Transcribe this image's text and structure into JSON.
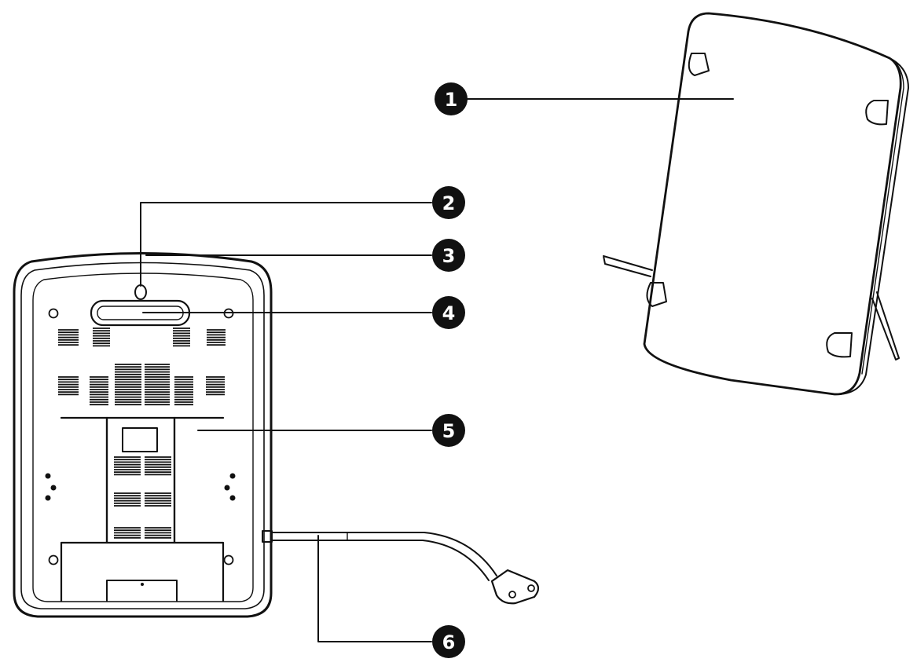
{
  "diagram": {
    "views": [
      "rear-view",
      "side-view"
    ],
    "callouts": [
      {
        "id": "c1",
        "label": "1",
        "part": "back-panel"
      },
      {
        "id": "c2",
        "label": "2",
        "part": "mounting-hole"
      },
      {
        "id": "c3",
        "label": "3",
        "part": "top-edge"
      },
      {
        "id": "c4",
        "label": "4",
        "part": "handle-slot"
      },
      {
        "id": "c5",
        "label": "5",
        "part": "stand"
      },
      {
        "id": "c6",
        "label": "6",
        "part": "power-cable"
      }
    ],
    "colors": {
      "line": "#111111",
      "callout_fill": "#111111",
      "callout_text": "#ffffff",
      "background": "#ffffff"
    }
  }
}
